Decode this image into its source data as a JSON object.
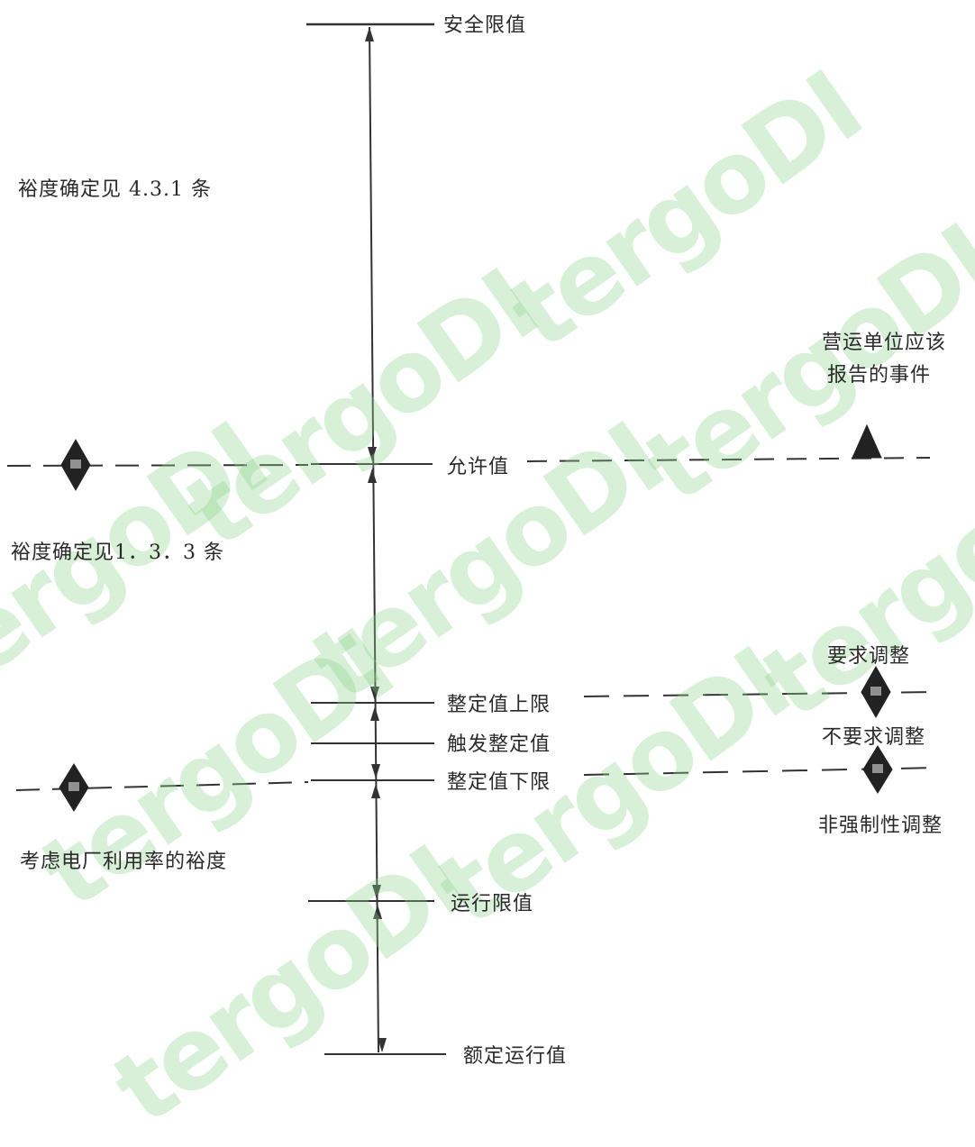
{
  "levels": {
    "safety_limit": "安全限值",
    "allowed_value": "允许值",
    "setpoint_upper": "整定值上限",
    "trigger_setpoint": "触发整定值",
    "setpoint_lower": "整定值下限",
    "operating_limit": "运行限值",
    "rated_operating": "额定运行值"
  },
  "margins": {
    "margin_1": "裕度确定见 4.3.1 条",
    "margin_2": "裕度确定见1．3．3 条",
    "margin_3": "考虑电厂利用率的裕度"
  },
  "notes": {
    "report_line1": "营运单位应该",
    "report_line2": "报告的事件",
    "adjust_required": "要求调整",
    "adjust_not_required": "不要求调整",
    "adjust_optional": "非强制性调整"
  },
  "watermark": {
    "text": "tergoDI",
    "color": "#8fd58f"
  },
  "colors": {
    "line": "#333333",
    "diamond": "#222222"
  }
}
